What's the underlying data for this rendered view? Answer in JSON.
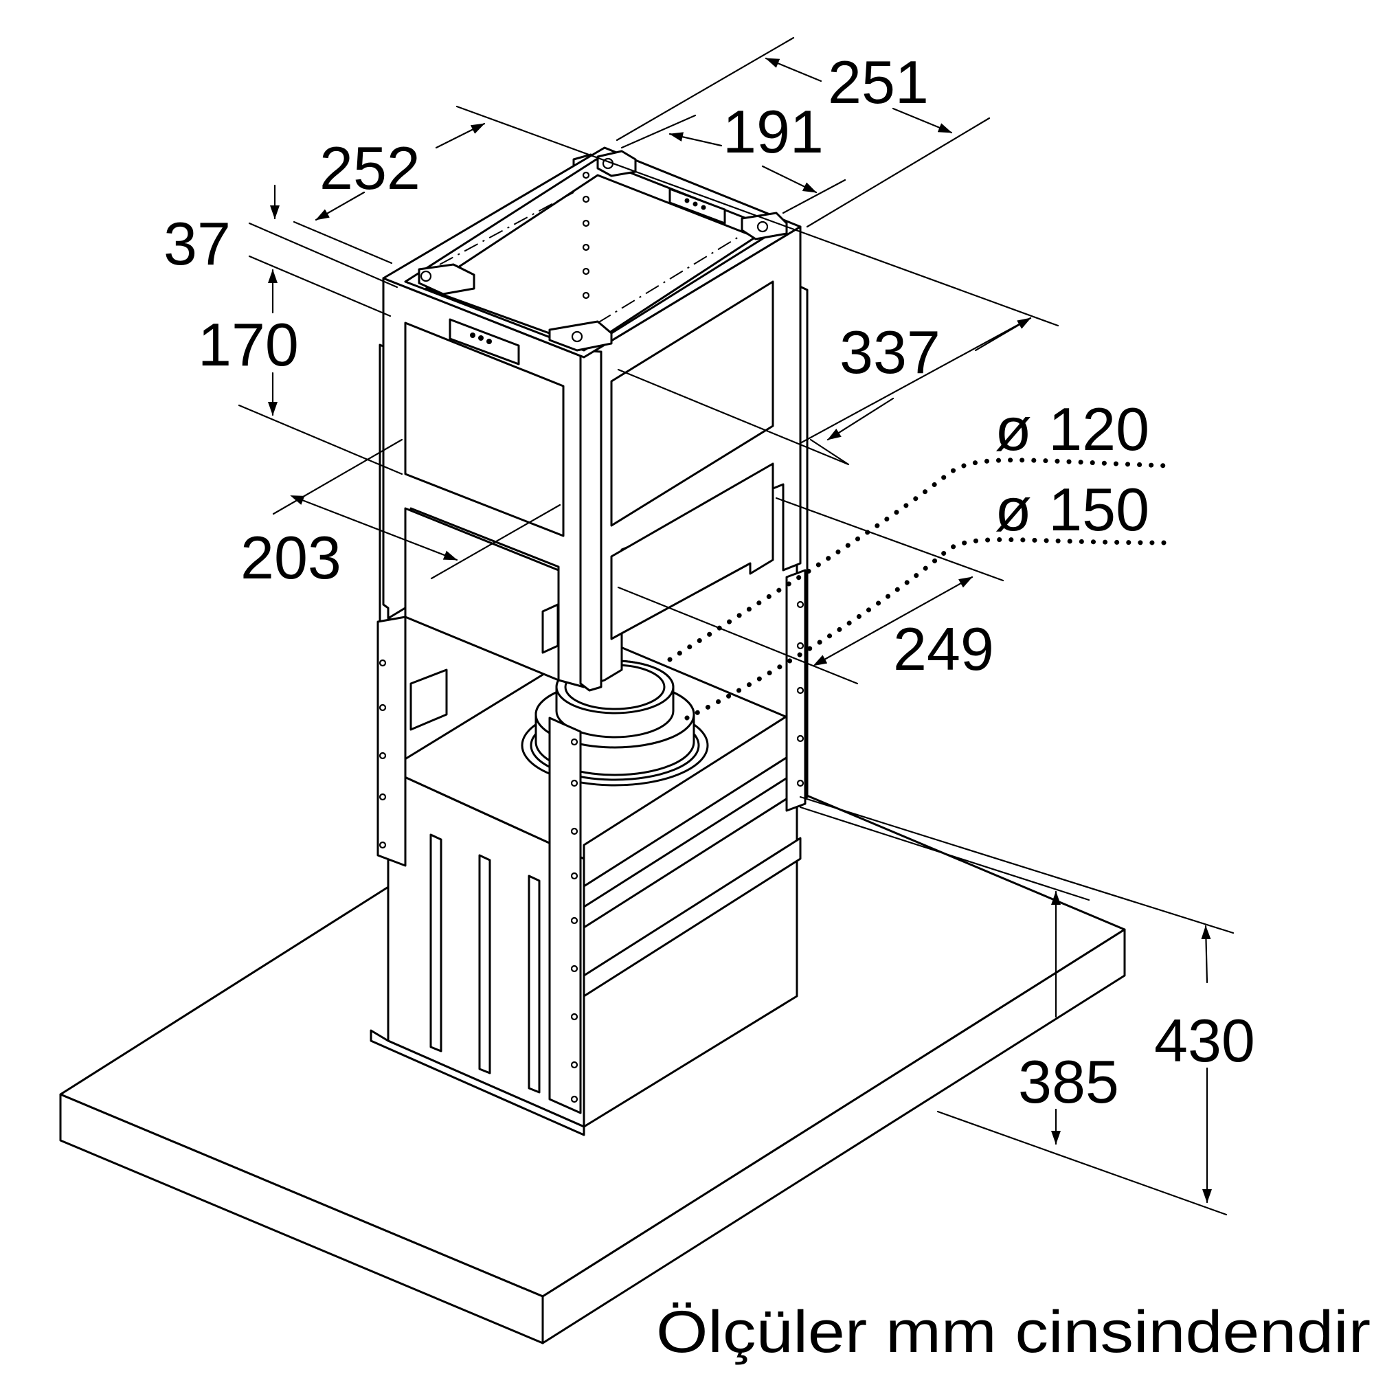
{
  "dimensions": {
    "d251": "251",
    "d191": "191",
    "d252": "252",
    "d37": "37",
    "d170": "170",
    "d337": "337",
    "d120": "ø 120",
    "d150": "ø 150",
    "d203": "203",
    "d249": "249",
    "d430": "430",
    "d385": "385"
  },
  "caption": "Ölçüler mm cinsindendir"
}
